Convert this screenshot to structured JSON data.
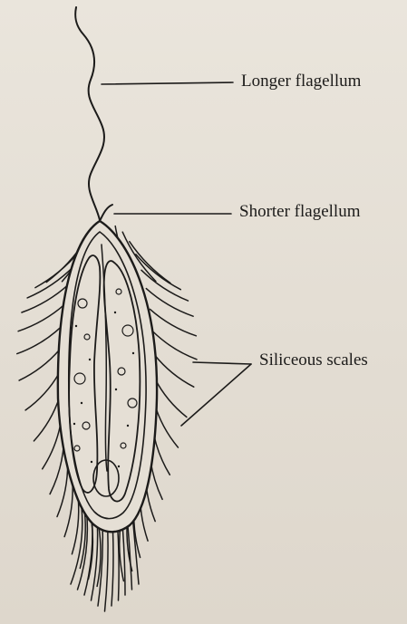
{
  "labels": {
    "longer_flagellum": "Longer flagellum",
    "shorter_flagellum": "Shorter flagellum",
    "siliceous_scales": "Siliceous scales"
  },
  "colors": {
    "background": "#e6e0d6",
    "ink": "#1c1b1a"
  }
}
